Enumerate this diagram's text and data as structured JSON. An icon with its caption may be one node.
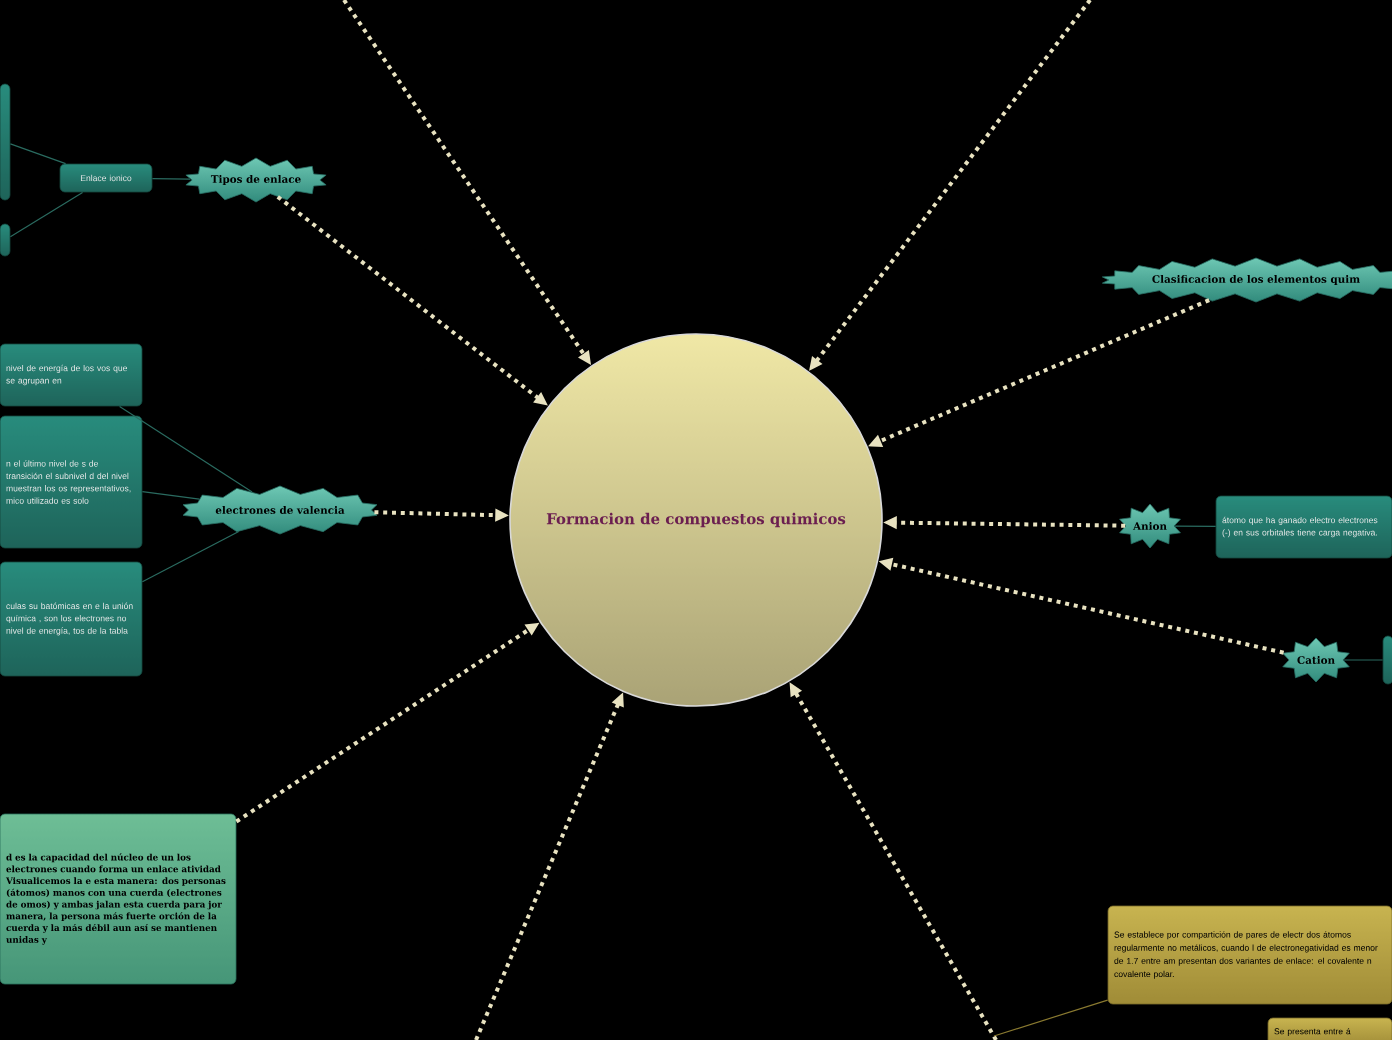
{
  "diagram": {
    "nodes": [
      {
        "text": [
          "Formacion de compuestos quimicos"
        ]
      },
      {
        "text": [
          "Tipos de enlace"
        ]
      },
      {
        "text": [
          "Enlace ionico"
        ]
      },
      {
        "text": [],
        "shape": "box"
      },
      {
        "text": [],
        "shape": "box"
      },
      {
        "text": [
          "electrones de valencia"
        ]
      },
      {
        "text": [
          "nivel de energía de los vos que se agrupan en"
        ]
      },
      {
        "text": [
          "n el último nivel de s de transición el subnivel d del nivel muestran los os representativos, mico utilizado es solo"
        ]
      },
      {
        "text": [
          "culas su batómicas en e la unión química , son los electrones no nivel de energía, tos de la tabla"
        ]
      },
      {
        "text": [
          "d es la capacidad del núcleo de un los electrones cuando forma un enlace atividad Visualicemos la e esta manera: dos personas (átomos) manos con una cuerda (electrones de omos) y ambas jalan esta cuerda para jor manera, la persona más fuerte orción de la cuerda y la más débil aun así se mantienen unidas y"
        ]
      },
      {
        "text": [
          "Clasificacion de los elementos quim"
        ]
      },
      {
        "text": [
          "Anion"
        ]
      },
      {
        "text": [
          "átomo que ha ganado electro electrones (-) en sus orbitales tiene carga negativa."
        ]
      },
      {
        "text": [
          "Cation"
        ]
      },
      {
        "text": [],
        "shape": "box"
      },
      {
        "text": [
          "Se establece por compartición de pares de electr dos átomos regularmente no metálicos, cuando l de electronegatividad es menor de 1.7 entre am presentan dos variantes de enlace: el covalente n covalente polar."
        ]
      },
      {
        "text": [
          "Se presenta entre á"
        ]
      }
    ],
    "edges": [
      {
        "from": null,
        "to": 0,
        "arrow": "to",
        "style": "dashed"
      },
      {
        "from": null,
        "to": 0,
        "arrow": "to",
        "style": "dashed"
      },
      {
        "from": 1,
        "to": 0,
        "arrow": "to",
        "style": "dashed"
      },
      {
        "from": 5,
        "to": 0,
        "arrow": "to",
        "style": "dashed"
      },
      {
        "from": 10,
        "to": 0,
        "arrow": "to",
        "style": "dashed"
      },
      {
        "from": 11,
        "to": 0,
        "arrow": "to",
        "style": "dashed"
      },
      {
        "from": 13,
        "to": 0,
        "arrow": "to",
        "style": "dashed"
      },
      {
        "from": 9,
        "to": 0,
        "arrow": "to",
        "style": "dashed"
      },
      {
        "from": null,
        "to": 0,
        "arrow": "to",
        "style": "dashed"
      },
      {
        "from": null,
        "to": 0,
        "arrow": "to",
        "style": "dashed"
      },
      {
        "from": 1,
        "to": 2,
        "arrow": "none",
        "color": "#2a6b60"
      },
      {
        "from": 2,
        "to": 3,
        "arrow": "none",
        "color": "#2a6b60"
      },
      {
        "from": 2,
        "to": 4,
        "arrow": "none",
        "color": "#2a6b60"
      },
      {
        "from": 5,
        "to": 6,
        "arrow": "none",
        "color": "#2a6b60"
      },
      {
        "from": 5,
        "to": 7,
        "arrow": "none",
        "color": "#2a6b60"
      },
      {
        "from": 5,
        "to": 8,
        "arrow": "none",
        "color": "#2a6b60"
      },
      {
        "from": 11,
        "to": 12,
        "arrow": "none",
        "color": "#2a6b60"
      },
      {
        "from": 13,
        "to": 14,
        "arrow": "none",
        "color": "#2a6b60"
      },
      {
        "from": null,
        "to": 15,
        "arrow": "none",
        "color": "#8a7a30"
      }
    ]
  }
}
